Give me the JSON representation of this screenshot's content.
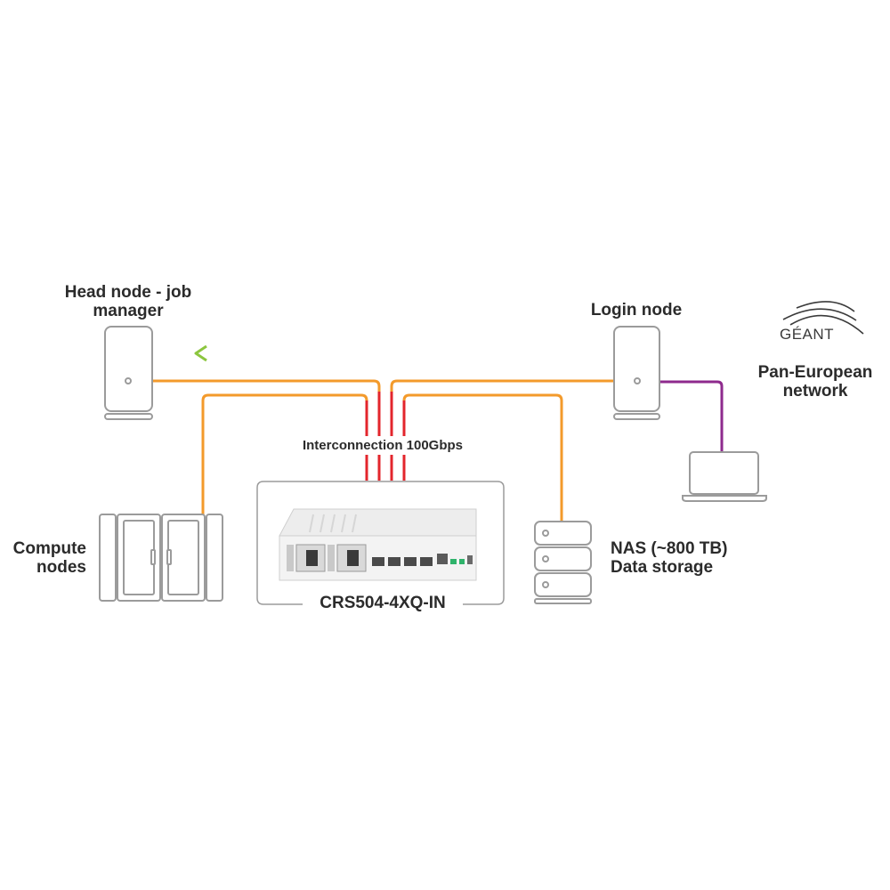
{
  "nodes": {
    "head_node": {
      "line1": "Head node - job",
      "line2": "manager"
    },
    "login_node": {
      "label": "Login node"
    },
    "geant": {
      "logo_text": "GÉANT",
      "line1": "Pan-European",
      "line2": "network"
    },
    "compute_nodes": {
      "line1": "Compute",
      "line2": "nodes"
    },
    "nas": {
      "line1": "NAS (~800 TB)",
      "line2": "Data storage"
    },
    "switch": {
      "label": "CRS504-4XQ-IN",
      "link_label": "Interconnection 100Gbps"
    }
  },
  "colors": {
    "link_orange": "#f39a2b",
    "link_red": "#e3252c",
    "link_green": "#7dc242",
    "link_blue": "#2aa7e0",
    "link_purple": "#8e2a8d",
    "device_outline": "#9b9b9b",
    "text": "#2b2b2b"
  }
}
